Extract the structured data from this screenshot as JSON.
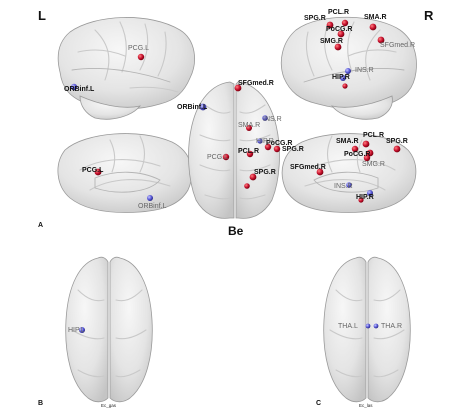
{
  "side_labels": {
    "left": "L",
    "right": "R",
    "center": "Be"
  },
  "panel_letters": {
    "a": "A",
    "b": "B",
    "c": "C"
  },
  "panel_notes": {
    "b": "Ec_gas",
    "c": "Ec_las"
  },
  "colors": {
    "red_node": "#c8102e",
    "blue_node": "#5a5ad8"
  },
  "regions": {
    "pcg_l_top": "PCG.L",
    "orb_l_top": "ORBinf.L",
    "pcg_l_mid": "PCG.L",
    "orb_l_mid": "ORBinf.L",
    "sfg_med_r_center": "SFGmed.R",
    "orb_center": "ORBinf.L",
    "ins_r_center": "INS.R",
    "sma_r_center": "SMA.R",
    "pocg_r_center": "PoCG.R",
    "spg_r_center2": "SPG.R",
    "pcg_center": "PCG.L",
    "hip_center": "HIP.R",
    "pcl_r_center": "PCL.R",
    "spg_r_center": "SPG.R",
    "spg_r_tr": "SPG.R",
    "pcl_r_tr": "PCL.R",
    "sma_r_tr": "SMA.R",
    "pocg_r_tr": "PoCG.R",
    "smg_r_tr": "SMG.R",
    "sfgmed_r_tr": "SFGmed.R",
    "ins_r_tr": "INS.R",
    "hip_r_tr": "HIP.R",
    "sma_r_mr": "SMA.R",
    "pcl_r_mr": "PCL.R",
    "spg_r_mr": "SPG.R",
    "pocg_r_mr": "PoCG.R",
    "smg_r_mr": "SMG.R",
    "sfgmed_r_mr": "SFGmed.R",
    "ins_r_mr": "INS.R",
    "hip_r_mr": "HIP.R",
    "hip_l_b": "HIP.L",
    "tha_l_c": "THA.L",
    "tha_r_c": "THA.R"
  }
}
